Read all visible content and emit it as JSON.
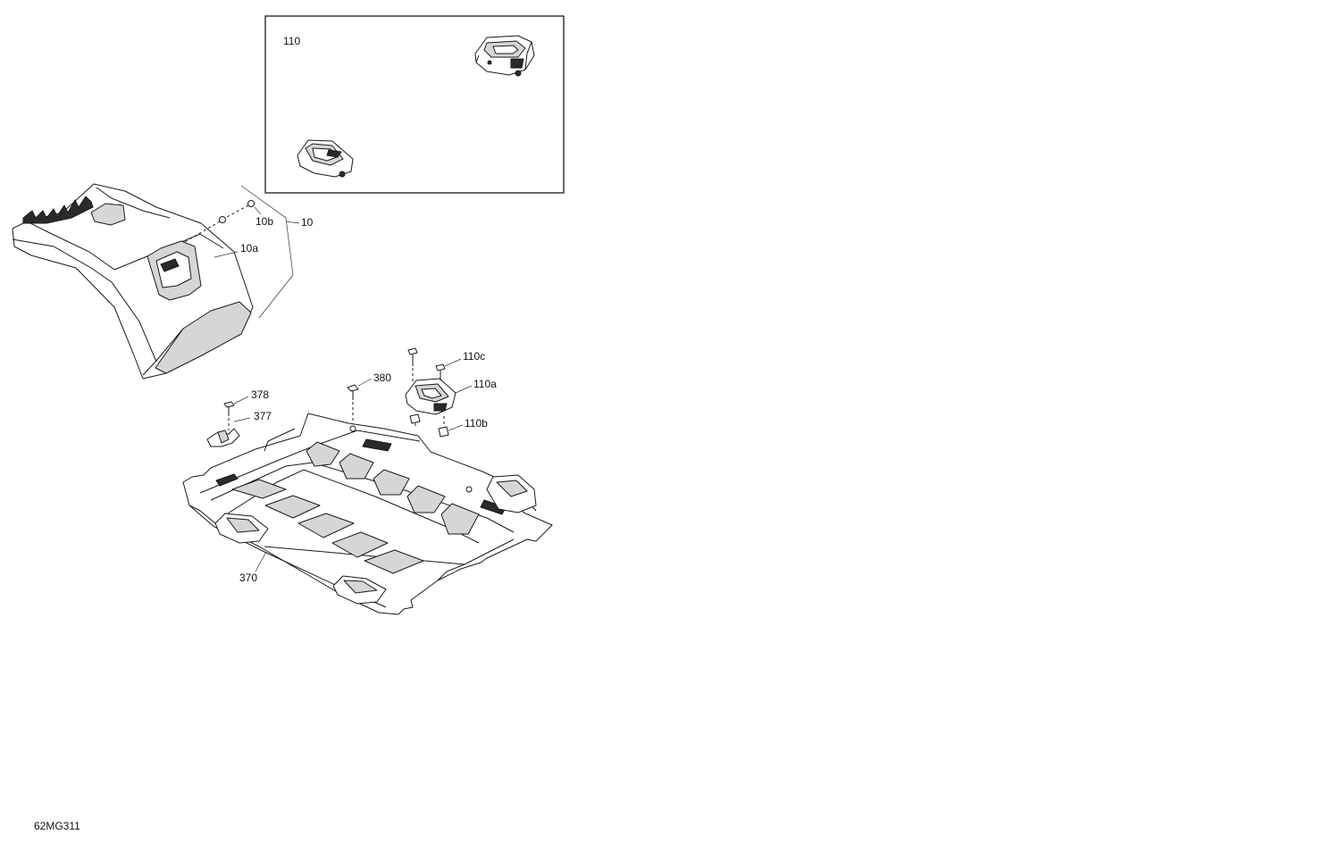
{
  "diagram": {
    "callouts": {
      "c110": "110",
      "c10b": "10b",
      "c10": "10",
      "c10a": "10a",
      "c110c": "110c",
      "c380": "380",
      "c110a": "110a",
      "c378": "378",
      "c377": "377",
      "c110b": "110b",
      "c370": "370"
    },
    "drawing_code": "62MG311"
  }
}
